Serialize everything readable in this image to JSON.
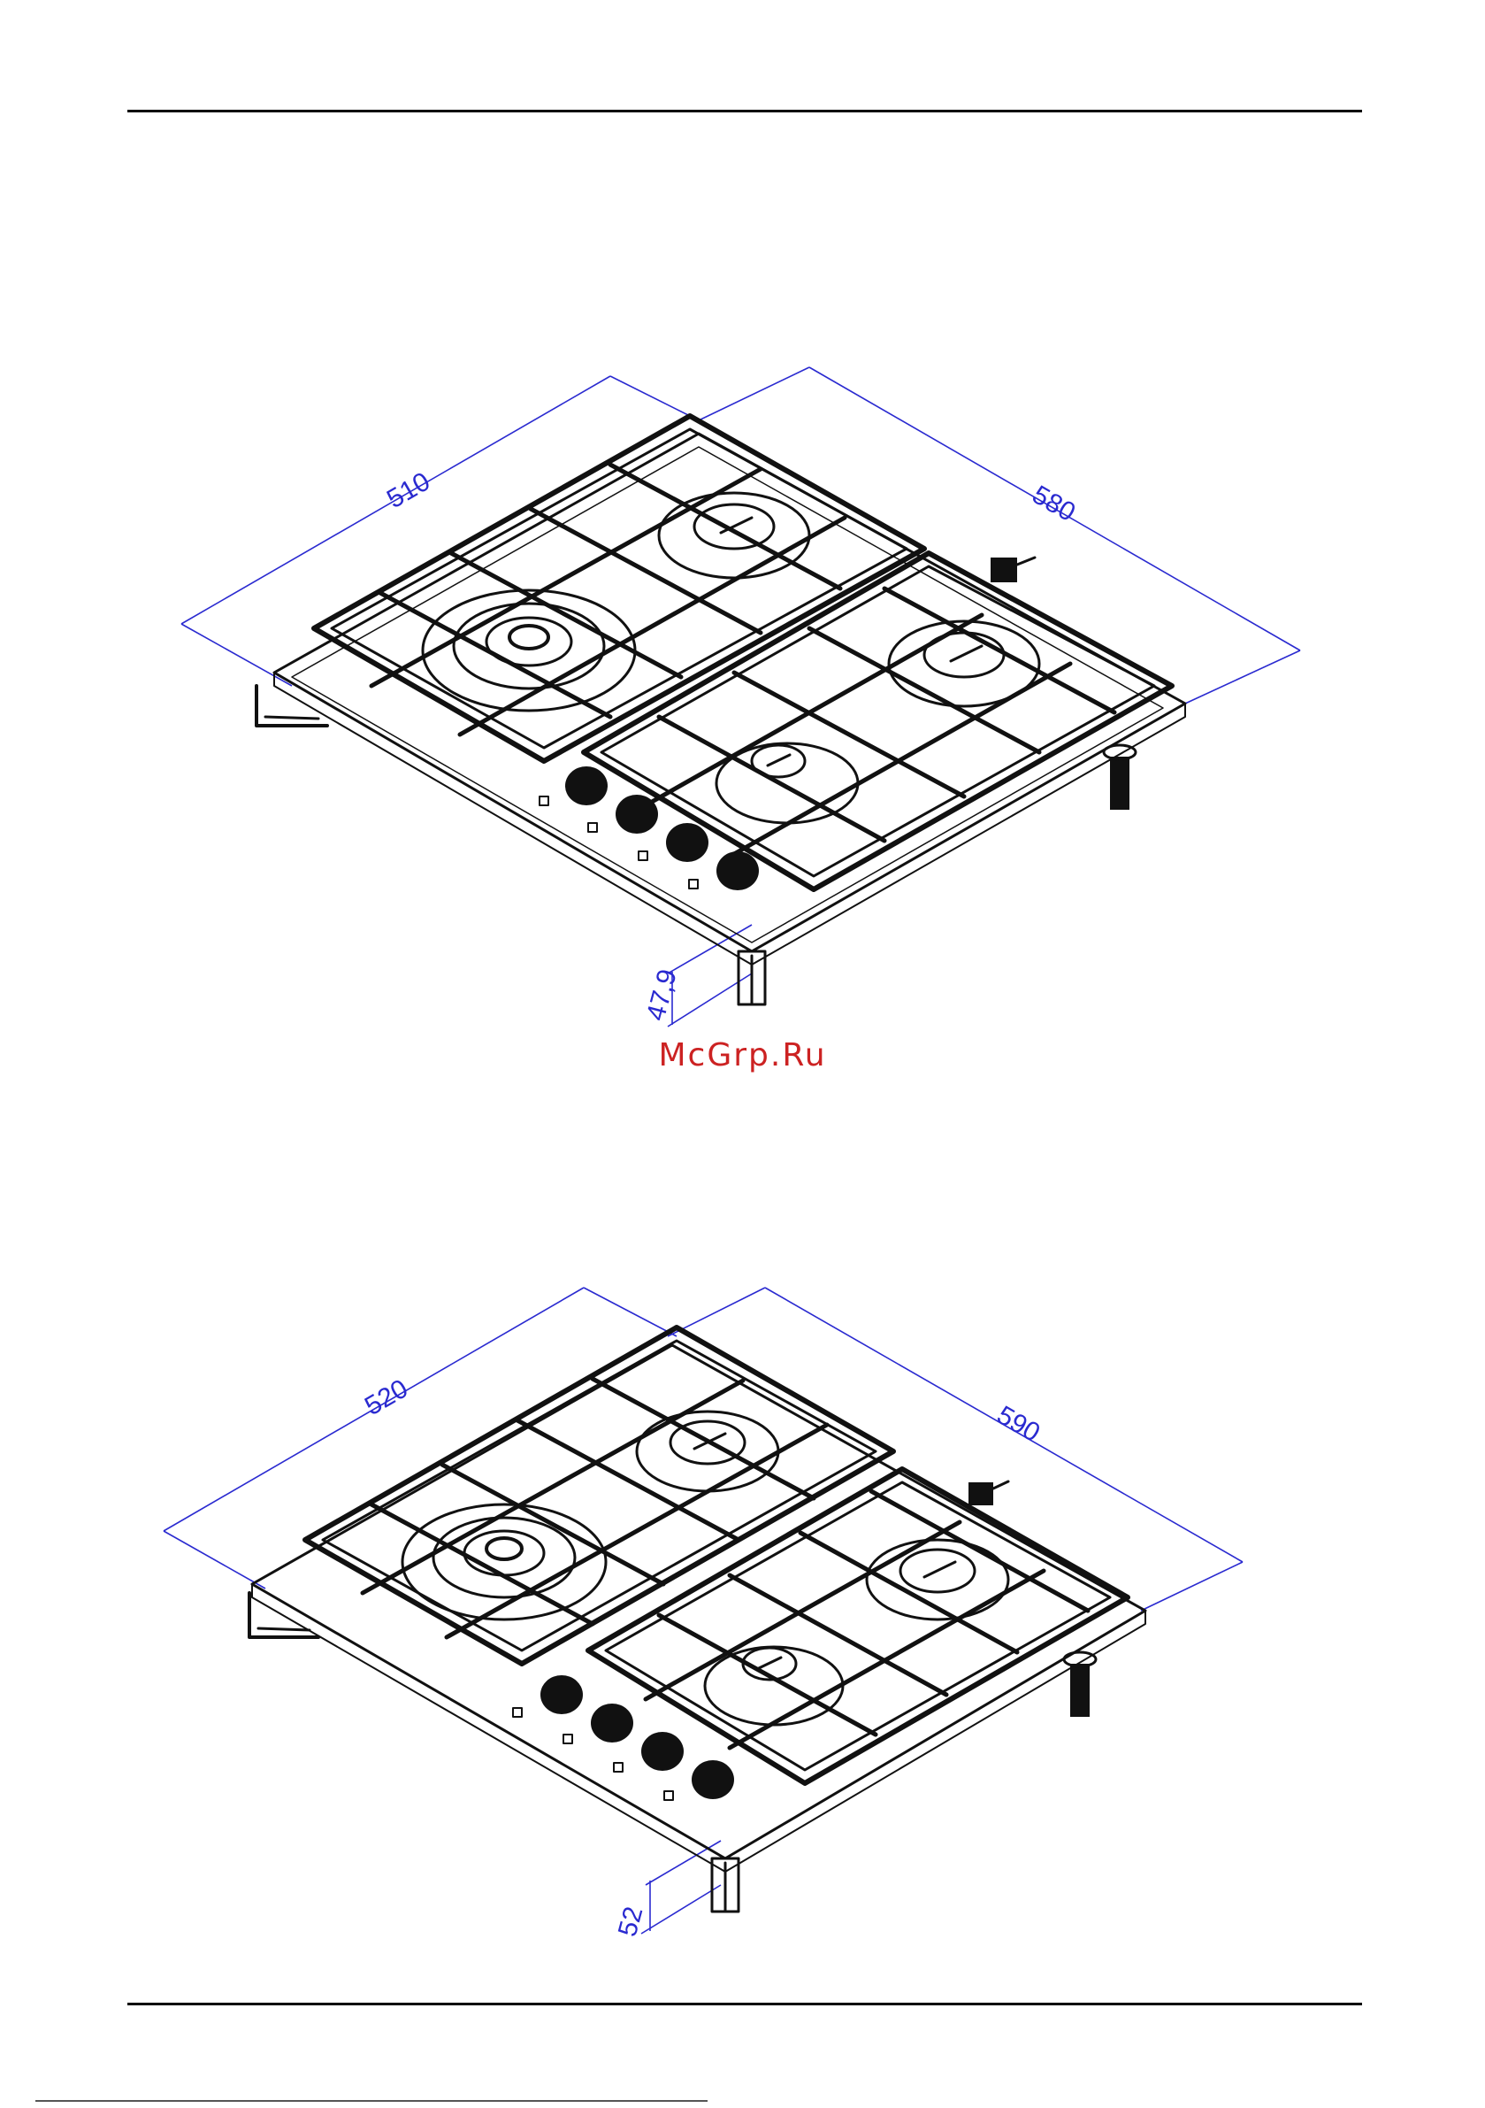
{
  "figures": [
    {
      "name": "hob-figure-1",
      "dimensions": {
        "depth": "510",
        "width": "580",
        "height": "47,9"
      }
    },
    {
      "name": "hob-figure-2",
      "dimensions": {
        "depth": "520",
        "width": "590",
        "height": "52"
      }
    }
  ],
  "watermark": "McGrp.Ru",
  "colors": {
    "dimension": "#2a2ad0",
    "watermark": "#cc2222",
    "ink": "#111111"
  }
}
